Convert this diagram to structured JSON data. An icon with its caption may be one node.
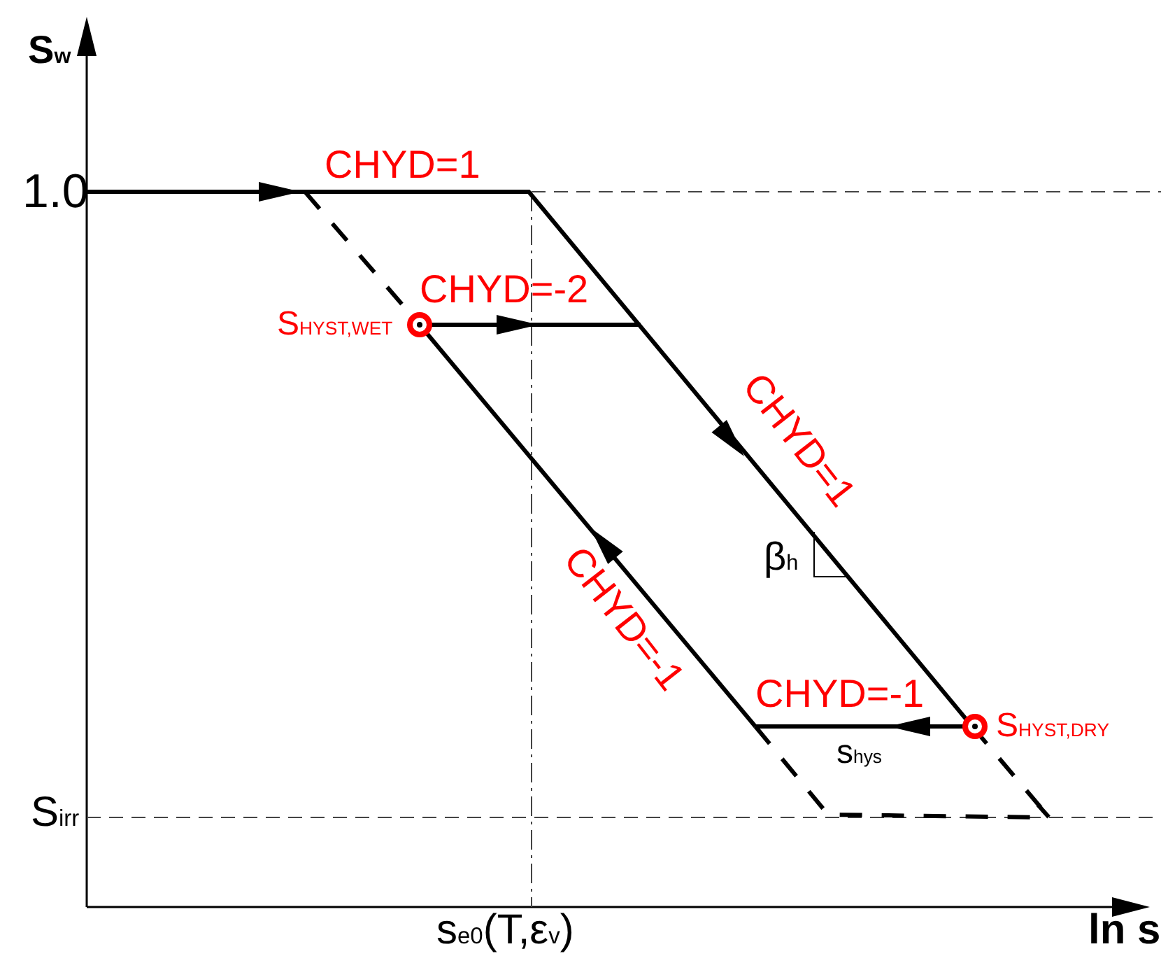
{
  "diagram": {
    "labels": [
      "S$_{w}$",
      "1.0",
      "CHYD=1",
      "CHYD=-2",
      "S$_{HYST,WET}$",
      "CHYD=1",
      "β$_{h}$",
      "CHYD=-1",
      "CHYD=-1",
      "S$_{HYST,DRY}$",
      "s$_{hys}$",
      "S$_{irr}$",
      "s$_{e0}$(T,ε$_{v}$)",
      "ln s"
    ]
  }
}
